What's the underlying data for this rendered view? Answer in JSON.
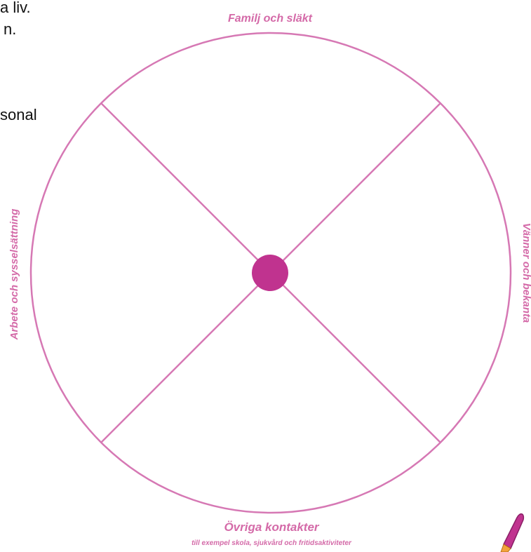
{
  "background_text": {
    "line1": "a liv.",
    "line2": "n.",
    "line3": "sonal"
  },
  "diagram": {
    "top_label": "Familj och släkt",
    "right_label": "Vänner och bekanta",
    "left_label": "Arbete och sysselsättning",
    "bottom_label": "Övriga kontakter",
    "bottom_sublabel": "till exempel skola, sjukvård och fritidsaktiviteter"
  },
  "colors": {
    "accent": "#c0338f",
    "line": "#d678b4",
    "label": "#d46aa8",
    "text": "#111111"
  },
  "icons": [
    "pen-icon"
  ]
}
